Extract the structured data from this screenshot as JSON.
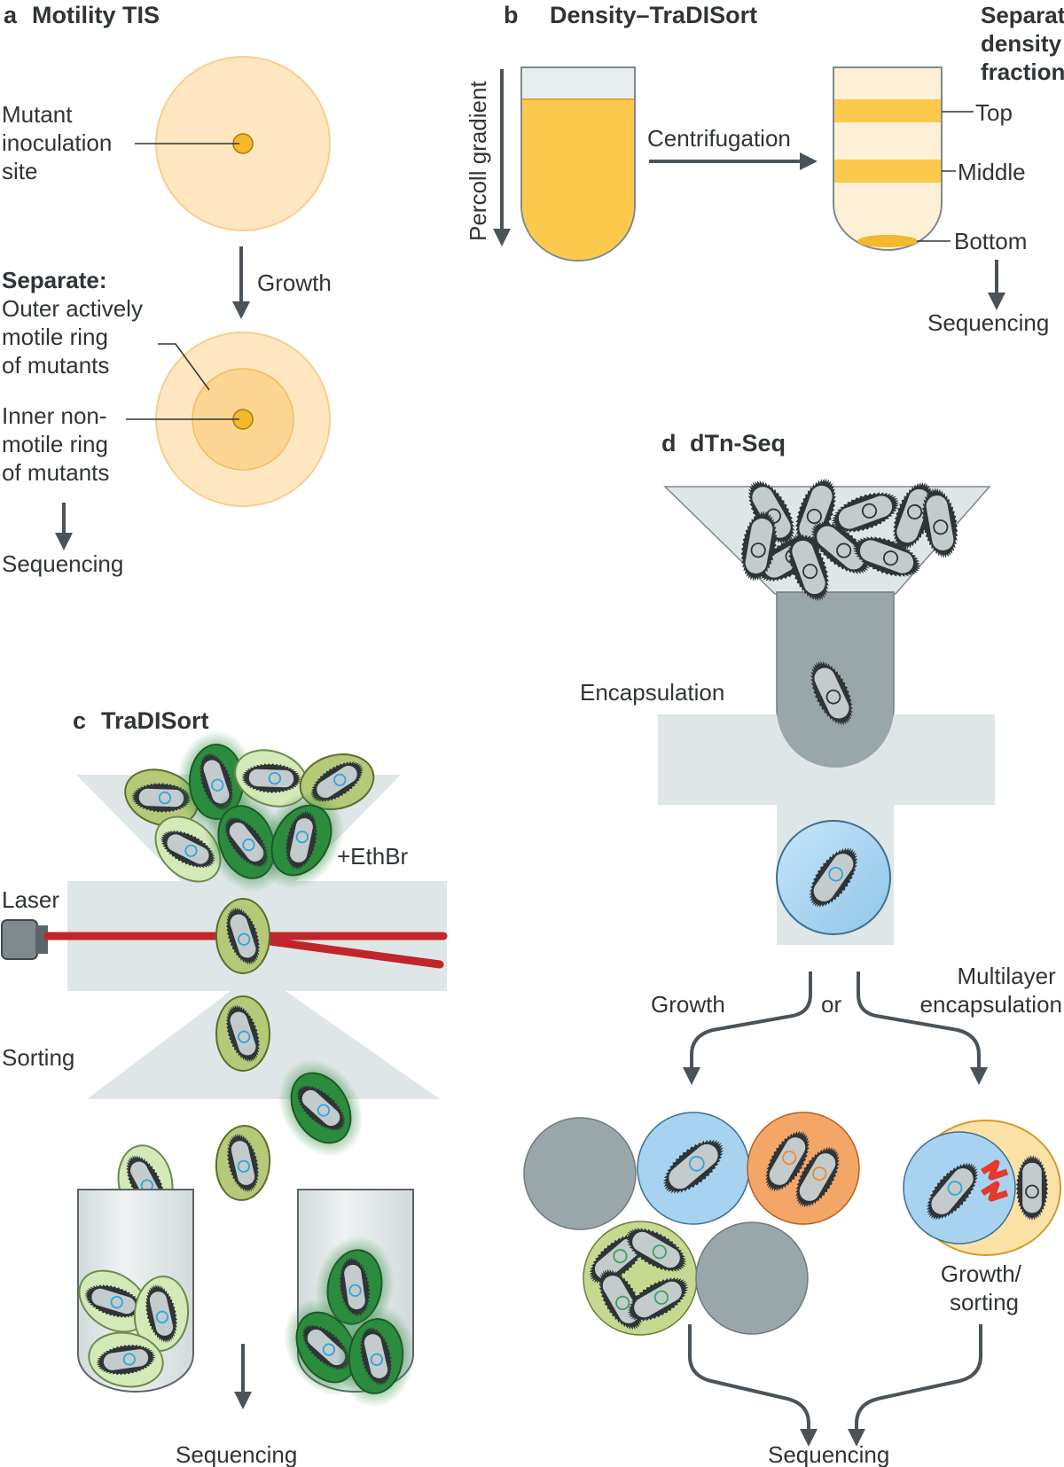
{
  "panels": {
    "a": {
      "letter": "a",
      "title": "Motility TIS",
      "inoculation_label": [
        "Mutant",
        "inoculation",
        "site"
      ],
      "growth": "Growth",
      "separate": "Separate:",
      "outer_label": [
        "Outer actively",
        "motile ring",
        "of mutants"
      ],
      "inner_label": [
        "Inner non-",
        "motile ring",
        "of mutants"
      ],
      "sequencing": "Sequencing"
    },
    "b": {
      "letter": "b",
      "title": "Density–TraDISort",
      "gradient": "Percoll gradient",
      "centrifugation": "Centrifugation",
      "fractions_title": [
        "Separate",
        "density",
        "fractions:"
      ],
      "top": "Top",
      "middle": "Middle",
      "bottom": "Bottom",
      "sequencing": "Sequencing"
    },
    "c": {
      "letter": "c",
      "title": "TraDISort",
      "ethbr": "+EthBr",
      "laser": "Laser",
      "sorting": "Sorting",
      "sequencing": "Sequencing"
    },
    "d": {
      "letter": "d",
      "title": "dTn-Seq",
      "encapsulation": "Encapsulation",
      "growth": "Growth",
      "or": "or",
      "multilayer": [
        "Multilayer",
        "encapsulation"
      ],
      "growth_sorting": [
        "Growth/",
        "sorting"
      ],
      "sequencing": "Sequencing"
    }
  },
  "colors": {
    "text": "#2f3437",
    "arrow": "#4a5358",
    "plate_outer": "#fde6c0",
    "plate_ring": "#fcd592",
    "inoculum": "#f5b82a",
    "percoll": "#fcc94d",
    "tube_glass": "#e6eced",
    "channel": "#dfe6e7",
    "laser": "#c0252b",
    "cell_light_green": "#d3e9b8",
    "cell_olive_green": "#b6c979",
    "cell_dark_green": "#2c8c3d",
    "droplet_grey": "#9aa7aa",
    "droplet_blue": "#a7d3f0",
    "droplet_orange": "#f4a667",
    "droplet_green": "#c7d891",
    "dna_blue": "#2fa6dc",
    "dna_orange": "#ef8a30",
    "dna_green": "#3aa35a",
    "bolt": "#e5392b"
  }
}
